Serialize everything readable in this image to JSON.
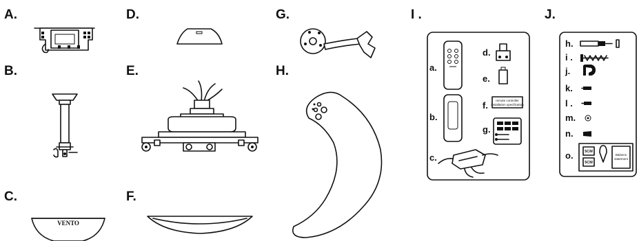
{
  "parts": [
    {
      "id": "A",
      "label": "A."
    },
    {
      "id": "B",
      "label": "B."
    },
    {
      "id": "C",
      "label": "C.",
      "brand_text": "VENTO"
    },
    {
      "id": "D",
      "label": "D."
    },
    {
      "id": "E",
      "label": "E."
    },
    {
      "id": "F",
      "label": "F."
    },
    {
      "id": "G",
      "label": "G."
    },
    {
      "id": "H",
      "label": "H."
    },
    {
      "id": "I",
      "label": "I ."
    },
    {
      "id": "J",
      "label": "J."
    }
  ],
  "box_i": {
    "items": [
      {
        "key": "a",
        "label": "a."
      },
      {
        "key": "b",
        "label": "b."
      },
      {
        "key": "c",
        "label": "c."
      },
      {
        "key": "d",
        "label": "d."
      },
      {
        "key": "e",
        "label": "e."
      },
      {
        "key": "f",
        "label": "f."
      },
      {
        "key": "g",
        "label": "g."
      }
    ],
    "card_text": [
      "remote controller",
      "installation specification"
    ]
  },
  "box_j": {
    "items": [
      {
        "key": "h",
        "label": "h."
      },
      {
        "key": "i",
        "label": "i ."
      },
      {
        "key": "j",
        "label": "j."
      },
      {
        "key": "k",
        "label": "k."
      },
      {
        "key": "l",
        "label": "l ."
      },
      {
        "key": "m",
        "label": "m."
      },
      {
        "key": "n",
        "label": "n."
      },
      {
        "key": "o",
        "label": "o."
      }
    ],
    "sticker_labels": [
      "5CM",
      "5CM"
    ],
    "card_text": [
      "Balance",
      "statement"
    ]
  }
}
